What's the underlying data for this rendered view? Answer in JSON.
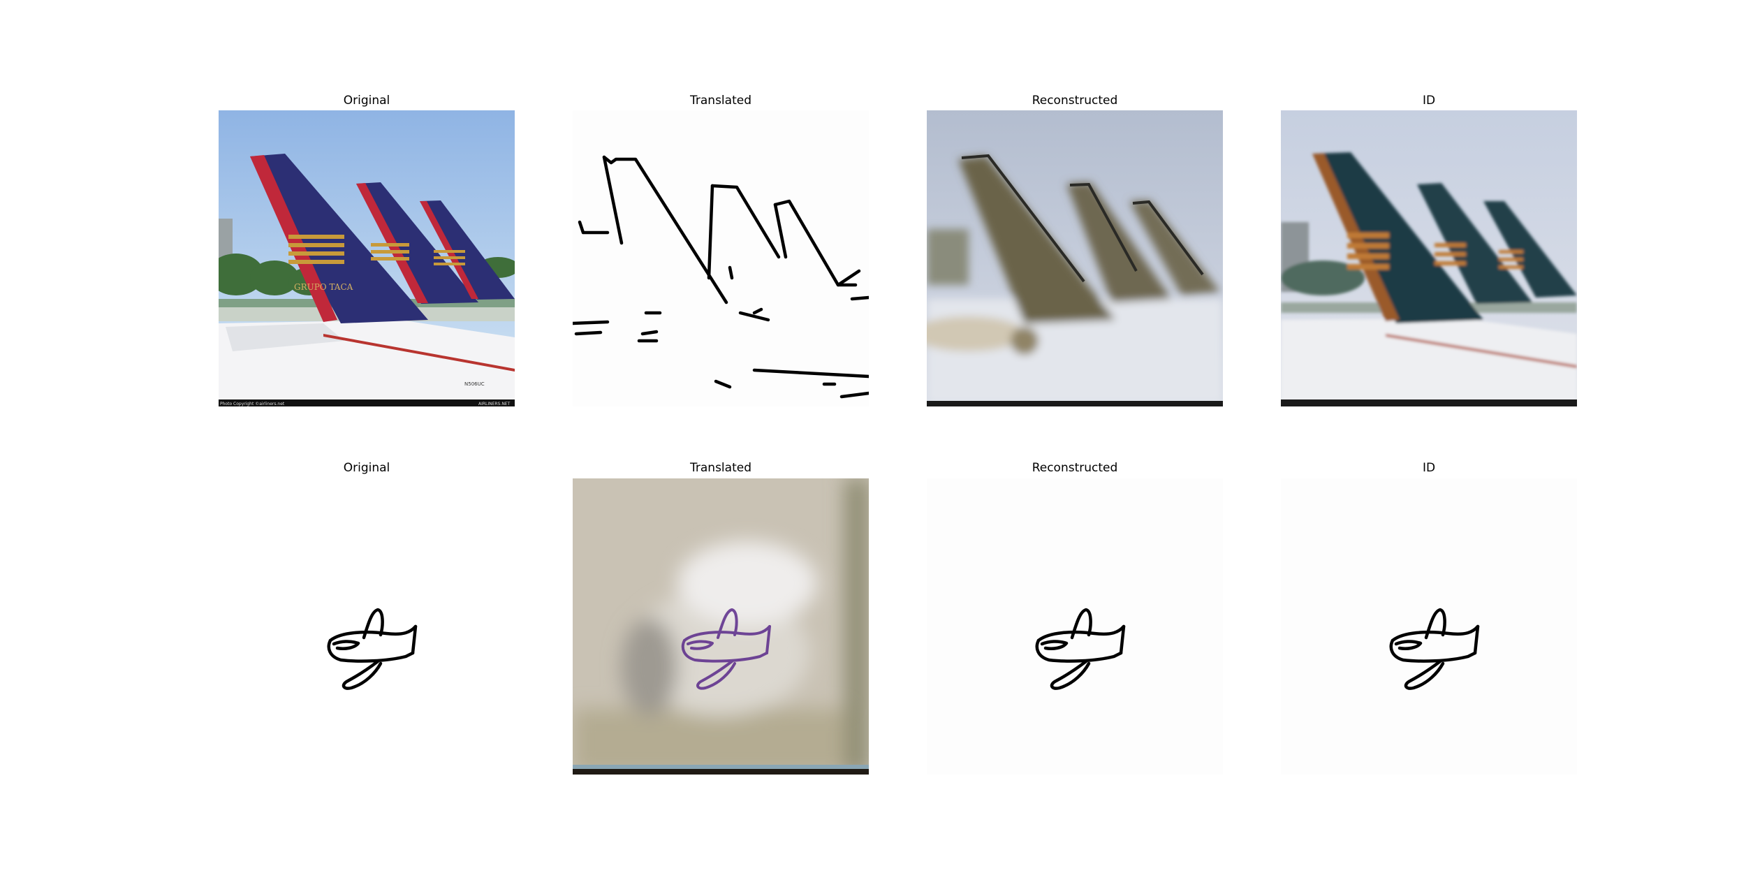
{
  "figure": {
    "rows": [
      {
        "panels": [
          {
            "title": "Original",
            "kind": "photo-airline-tails"
          },
          {
            "title": "Translated",
            "kind": "sketch-tails"
          },
          {
            "title": "Reconstructed",
            "kind": "blurry-photo-tails"
          },
          {
            "title": "ID",
            "kind": "recolored-photo-tails"
          }
        ],
        "photo_texts": {
          "livery": "GRUPO TACA",
          "registration": "N506UC",
          "credit": "Photo Copyright ©airliners.net",
          "watermark": "AIRLINERS.NET"
        }
      },
      {
        "panels": [
          {
            "title": "Original",
            "kind": "sketch-airplane"
          },
          {
            "title": "Translated",
            "kind": "blurry-airplane"
          },
          {
            "title": "Reconstructed",
            "kind": "sketch-airplane"
          },
          {
            "title": "ID",
            "kind": "sketch-airplane"
          }
        ]
      }
    ]
  }
}
